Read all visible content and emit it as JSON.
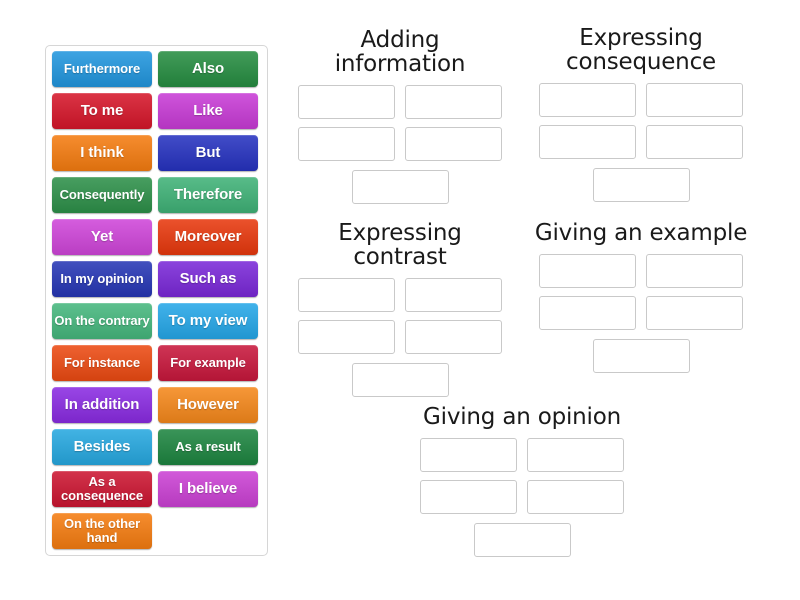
{
  "word_bank": {
    "name": "word-bank",
    "tiles": [
      {
        "label": "Furthermore",
        "color": "#2196de",
        "lines": 1,
        "size": "small"
      },
      {
        "label": "Also",
        "color": "#268d41",
        "lines": 1,
        "size": "normal"
      },
      {
        "label": "To me",
        "color": "#d6162a",
        "lines": 1,
        "size": "normal"
      },
      {
        "label": "Like",
        "color": "#c83bd6",
        "lines": 1,
        "size": "normal"
      },
      {
        "label": "I think",
        "color": "#f57c10",
        "lines": 1,
        "size": "normal"
      },
      {
        "label": "But",
        "color": "#2632c0",
        "lines": 1,
        "size": "normal"
      },
      {
        "label": "Consequently",
        "color": "#2d9049",
        "lines": 1,
        "size": "small"
      },
      {
        "label": "Therefore",
        "color": "#3fb277",
        "lines": 1,
        "size": "normal"
      },
      {
        "label": "Yet",
        "color": "#cf45d9",
        "lines": 1,
        "size": "normal"
      },
      {
        "label": "Moreover",
        "color": "#e8380d",
        "lines": 1,
        "size": "normal"
      },
      {
        "label": "In my opinion",
        "color": "#2636b5",
        "lines": 1,
        "size": "small"
      },
      {
        "label": "Such as",
        "color": "#7a28d8",
        "lines": 1,
        "size": "normal"
      },
      {
        "label": "On the contrary",
        "color": "#45b77d",
        "lines": 2,
        "size": "two"
      },
      {
        "label": "To my view",
        "color": "#25a7e8",
        "lines": 1,
        "size": "normal"
      },
      {
        "label": "For instance",
        "color": "#ec4a12",
        "lines": 1,
        "size": "small"
      },
      {
        "label": "For example",
        "color": "#c8173c",
        "lines": 1,
        "size": "small"
      },
      {
        "label": "In addition",
        "color": "#8a2be2",
        "lines": 1,
        "size": "normal"
      },
      {
        "label": "However",
        "color": "#f5881b",
        "lines": 1,
        "size": "normal"
      },
      {
        "label": "Besides",
        "color": "#26a8e0",
        "lines": 1,
        "size": "normal"
      },
      {
        "label": "As a result",
        "color": "#1d8540",
        "lines": 1,
        "size": "small"
      },
      {
        "label": "As a consequence",
        "color": "#cc1531",
        "lines": 2,
        "size": "two"
      },
      {
        "label": "I believe",
        "color": "#cb41d4",
        "lines": 1,
        "size": "normal"
      },
      {
        "label": "On the other hand",
        "color": "#f57c10",
        "lines": 2,
        "size": "two"
      }
    ]
  },
  "categories": [
    {
      "id": "adding",
      "title": "Adding information",
      "zone_count": 5
    },
    {
      "id": "consequence",
      "title": "Expressing\nconsequence",
      "zone_count": 5
    },
    {
      "id": "contrast",
      "title": "Expressing contrast",
      "zone_count": 5
    },
    {
      "id": "example",
      "title": "Giving an example",
      "zone_count": 5
    },
    {
      "id": "opinion",
      "title": "Giving an opinion",
      "zone_count": 5
    }
  ]
}
